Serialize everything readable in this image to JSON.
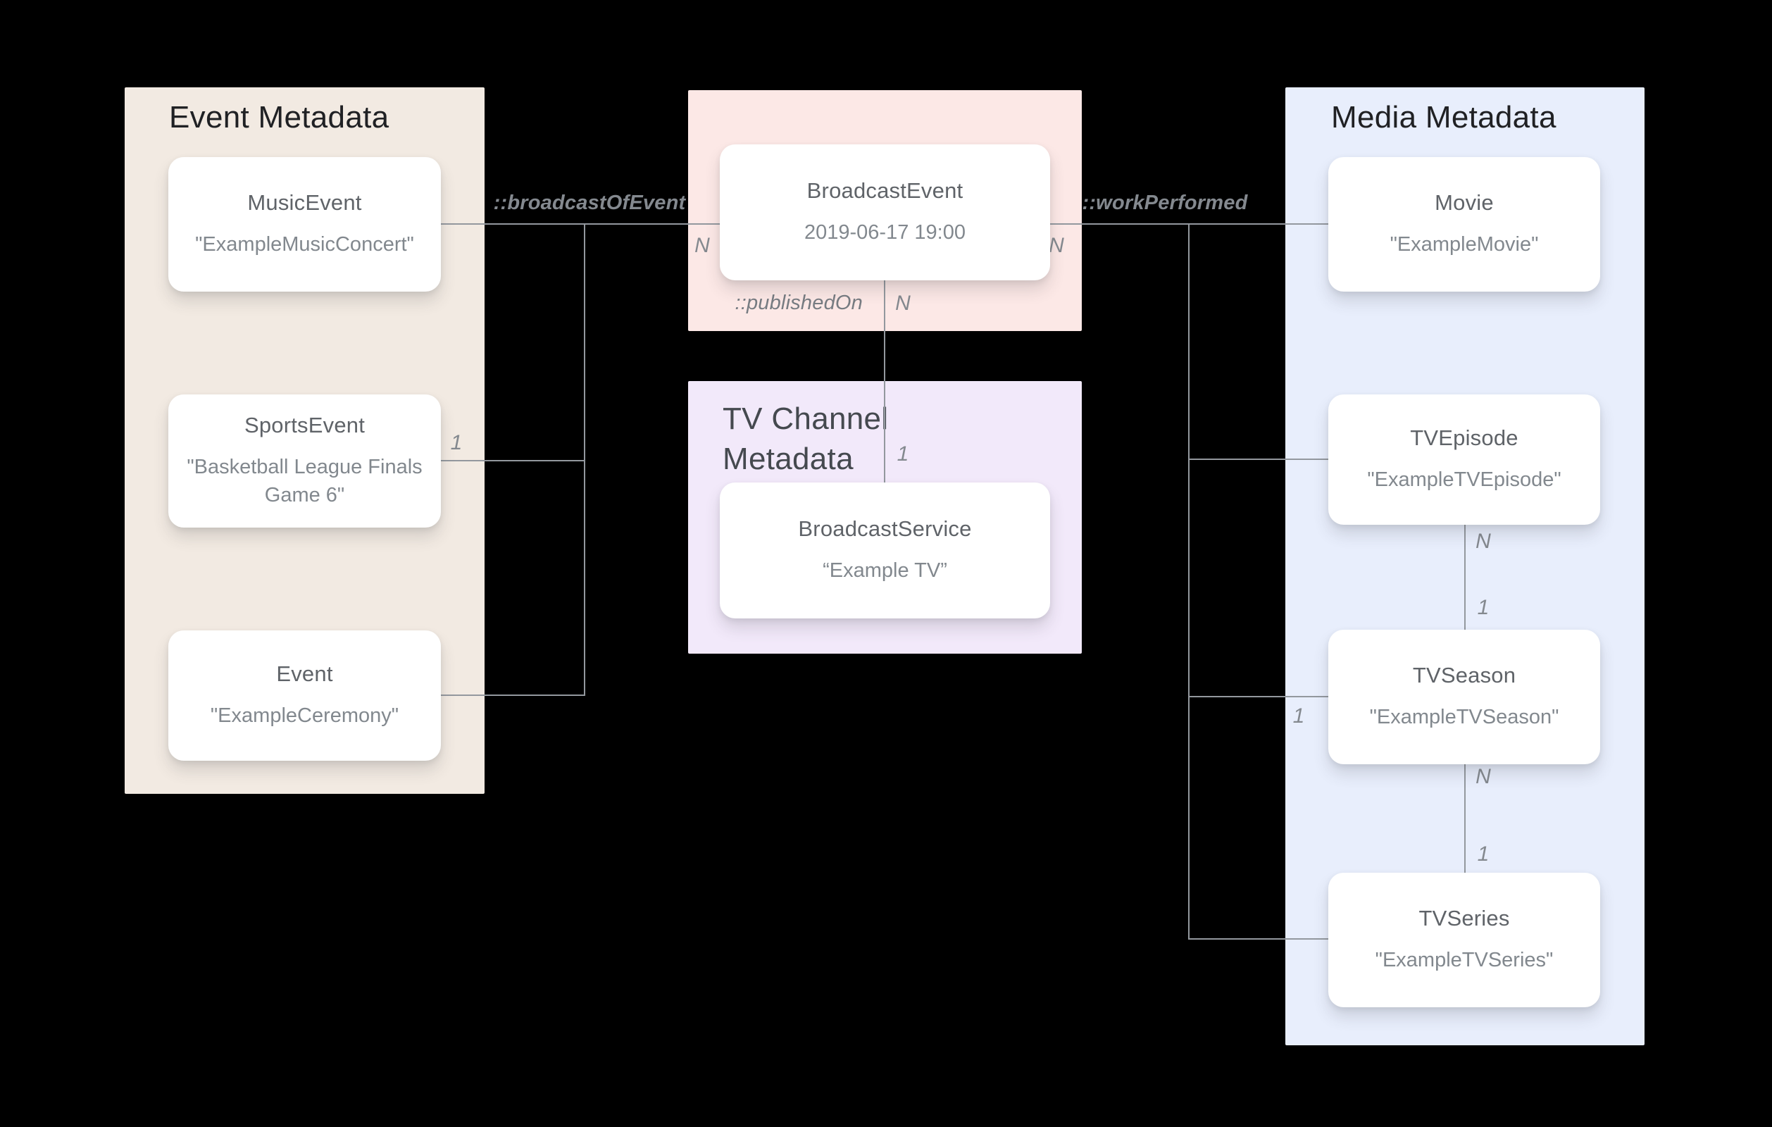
{
  "diagram": {
    "panels": {
      "event": {
        "title": "Event Metadata"
      },
      "tv_channel": {
        "title": "TV Channel Metadata"
      },
      "media": {
        "title": "Media Metadata"
      }
    },
    "nodes": {
      "music_event": {
        "title": "MusicEvent",
        "value": "\"ExampleMusicConcert\""
      },
      "sports_event": {
        "title": "SportsEvent",
        "value": "\"Basketball League Finals Game 6\""
      },
      "event": {
        "title": "Event",
        "value": "\"ExampleCeremony\""
      },
      "broadcast_event": {
        "title": "BroadcastEvent",
        "value": "2019-06-17 19:00"
      },
      "broadcast_service": {
        "title": "BroadcastService",
        "value": "“Example TV”"
      },
      "movie": {
        "title": "Movie",
        "value": "\"ExampleMovie\""
      },
      "tv_episode": {
        "title": "TVEpisode",
        "value": "\"ExampleTVEpisode\""
      },
      "tv_season": {
        "title": "TVSeason",
        "value": "\"ExampleTVSeason\""
      },
      "tv_series": {
        "title": "TVSeries",
        "value": "\"ExampleTVSeries\""
      }
    },
    "relations": {
      "broadcast_of_event": "::broadcastOfEvent",
      "work_performed": "::workPerformed",
      "published_on": "::publishedOn"
    },
    "cardinalities": {
      "broadcast_of_event_n": "N",
      "sports_event_1": "1",
      "work_performed_n": "N",
      "published_on_n": "N",
      "published_on_1": "1",
      "work_performed_season_1": "1",
      "episode_season_n": "N",
      "episode_season_1": "1",
      "season_series_n": "N",
      "season_series_1": "1"
    },
    "colors": {
      "canvas_bg": "#000000",
      "event_panel_bg": "#F2EAE2",
      "broadcast_panel_bg": "#FCE8E6",
      "tv_channel_panel_bg": "#F2E9FA",
      "media_panel_bg": "#E8EEFC",
      "node_bg": "#FFFFFF",
      "connector": "#93989E",
      "node_title_text": "#5F6368",
      "node_value_text": "#82888E",
      "panel_title_text": "#202124"
    }
  }
}
